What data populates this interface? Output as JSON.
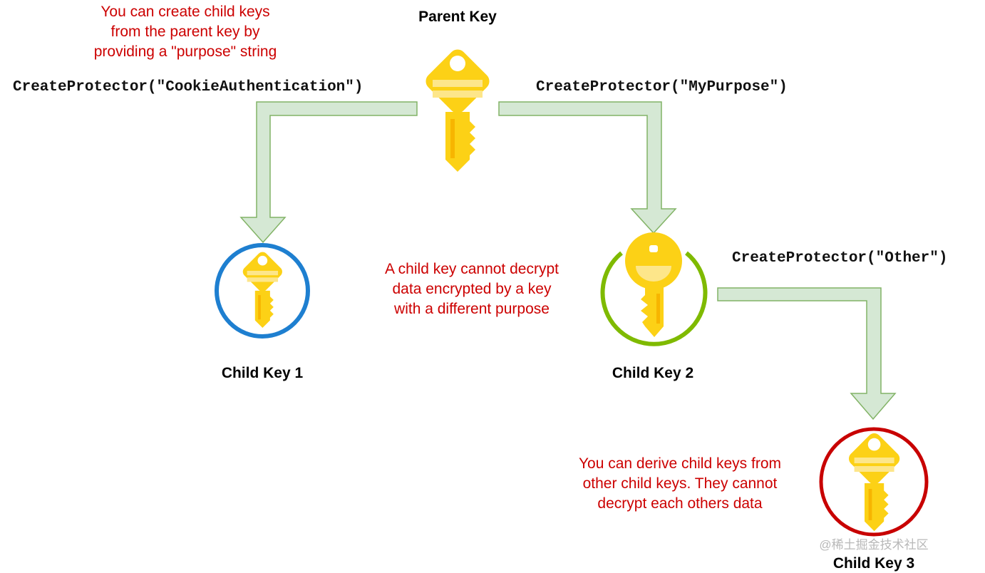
{
  "labels": {
    "parent_key": "Parent Key",
    "child_key_1": "Child Key 1",
    "child_key_2": "Child Key 2",
    "child_key_3": "Child Key 3"
  },
  "calls": {
    "cookie": "CreateProtector(\"CookieAuthentication\")",
    "mypurpose": "CreateProtector(\"MyPurpose\")",
    "other": "CreateProtector(\"Other\")"
  },
  "notes": {
    "top": [
      "You can create child keys",
      "from the parent key by",
      "providing a \"purpose\" string"
    ],
    "middle": [
      "A child key cannot decrypt",
      "data encrypted by a key",
      "with a different purpose"
    ],
    "bottom": [
      "You can derive child keys from",
      "other child keys. They cannot",
      "decrypt each others data"
    ]
  },
  "watermark": "@稀土掘金技术社区",
  "colors": {
    "arrow_fill": "#d5e8d4",
    "arrow_stroke": "#82b366",
    "key": "#fcd116",
    "child1_ring": "#1e7fd0",
    "child2_ring": "#7fba00",
    "child3_ring": "#c80000",
    "note": "#cc0000"
  }
}
